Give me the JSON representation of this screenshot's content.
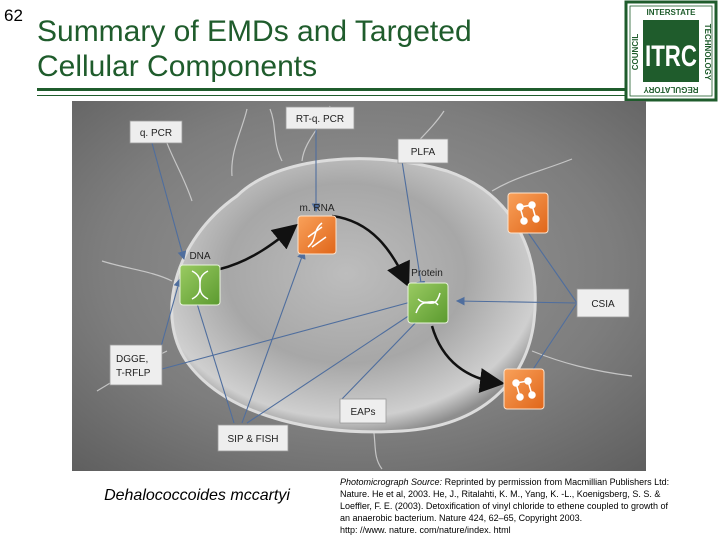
{
  "slide": {
    "number": "62",
    "title_line1": "Summary of EMDs and Targeted",
    "title_line2": "Cellular Components"
  },
  "logo": {
    "top_text": "INTERSTATE",
    "left_text": "COUNCIL",
    "right_text": "TECHNOLOGY",
    "bottom_text": "REGULATORY",
    "mark": "ITRC",
    "color": "#1f5c2c"
  },
  "diagram": {
    "tools": {
      "qpcr": "q. PCR",
      "rtqpcr": "RT-q. PCR",
      "plfa": "PLFA",
      "csia": "CSIA",
      "dgge_line1": "DGGE,",
      "dgge_line2": "T-RFLP",
      "eaps": "EAPs",
      "sip_fish": "SIP & FISH"
    },
    "components": {
      "dna": "DNA",
      "mrna": "m. RNA",
      "protein": "Protein"
    },
    "colors": {
      "orange": "#f07c2a",
      "green": "#6fae3f",
      "tool_box": "#eeeeee",
      "arrow": "#4f6e9e"
    }
  },
  "caption": {
    "species": "Dehalococcoides mccartyi",
    "source_label": "Photomicrograph Source:",
    "source_line1": " Reprinted by permission from Macmillian Publishers Ltd:",
    "source_line2": "Nature. He et al, 2003. He, J., Ritalahti, K. M., Yang, K. -L., Koenigsberg, S. S. &",
    "source_line3": "Loeffler, F. E. (2003). Detoxification of vinyl chloride to ethene coupled to growth of",
    "source_line4": "an anaerobic bacterium. Nature 424, 62–65, Copyright 2003.",
    "source_line5": "http: //www. nature. com/nature/index. html"
  }
}
